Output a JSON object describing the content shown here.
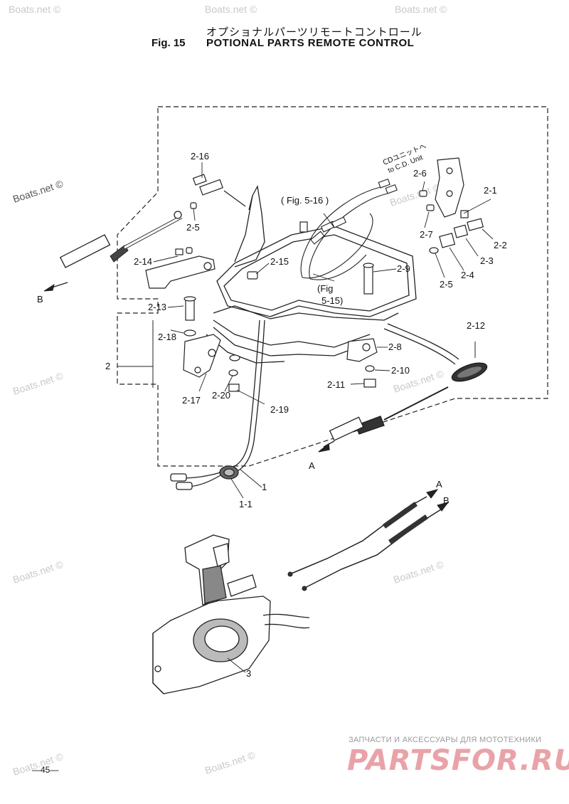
{
  "header": {
    "title_jp": "オプショナルパーツリモートコントロール",
    "fig_number": "Fig. 15",
    "title_en": "POTIONAL PARTS REMOTE CONTROL"
  },
  "callouts": {
    "fig_516": "( Fig. 5-16 )",
    "fig_515_a": "(Fig",
    "fig_515_b": "5-15)",
    "cd_unit_jp": "CDユニットへ",
    "cd_unit_en": "to C.D. Unit"
  },
  "part_labels": {
    "p2_16": "2-16",
    "p2_5a": "2-5",
    "p2_14": "2-14",
    "p2_13": "2-13",
    "p2_18": "2-18",
    "p2": "2",
    "p2_17": "2-17",
    "p2_20": "2-20",
    "p2_19": "2-19",
    "p2_15": "2-15",
    "p2_6": "2-6",
    "p2_7": "2-7",
    "p2_1": "2-1",
    "p2_2": "2-2",
    "p2_3": "2-3",
    "p2_4": "2-4",
    "p2_5b": "2-5",
    "p2_9": "2-9",
    "p2_8": "2-8",
    "p2_10": "2-10",
    "p2_11": "2-11",
    "p2_12": "2-12",
    "p1": "1",
    "p1_1": "1-1",
    "p3": "3",
    "arrow_a1": "A",
    "arrow_b1": "B",
    "arrow_a2": "A",
    "arrow_b2": "B"
  },
  "watermarks": {
    "w1": "Boats.net ©",
    "w2": "Boats.net ©",
    "w3": "Boats.net ©",
    "w4": "Boats.net ©",
    "w5": "Boats.net ©",
    "w6": "Boats.net ©",
    "w7": "Boats.net ©",
    "w8": "Boats.net ©",
    "w9": "Boats.net ©",
    "w10": "Boats.net ©",
    "w11": "Boats.net ©"
  },
  "footer": {
    "page_number": "—45—",
    "ad_text": "ЗАПЧАСТИ И АКСЕССУАРЫ ДЛЯ МОТОТЕХНИКИ",
    "ad_logo": "PARTSFOR.RU"
  }
}
